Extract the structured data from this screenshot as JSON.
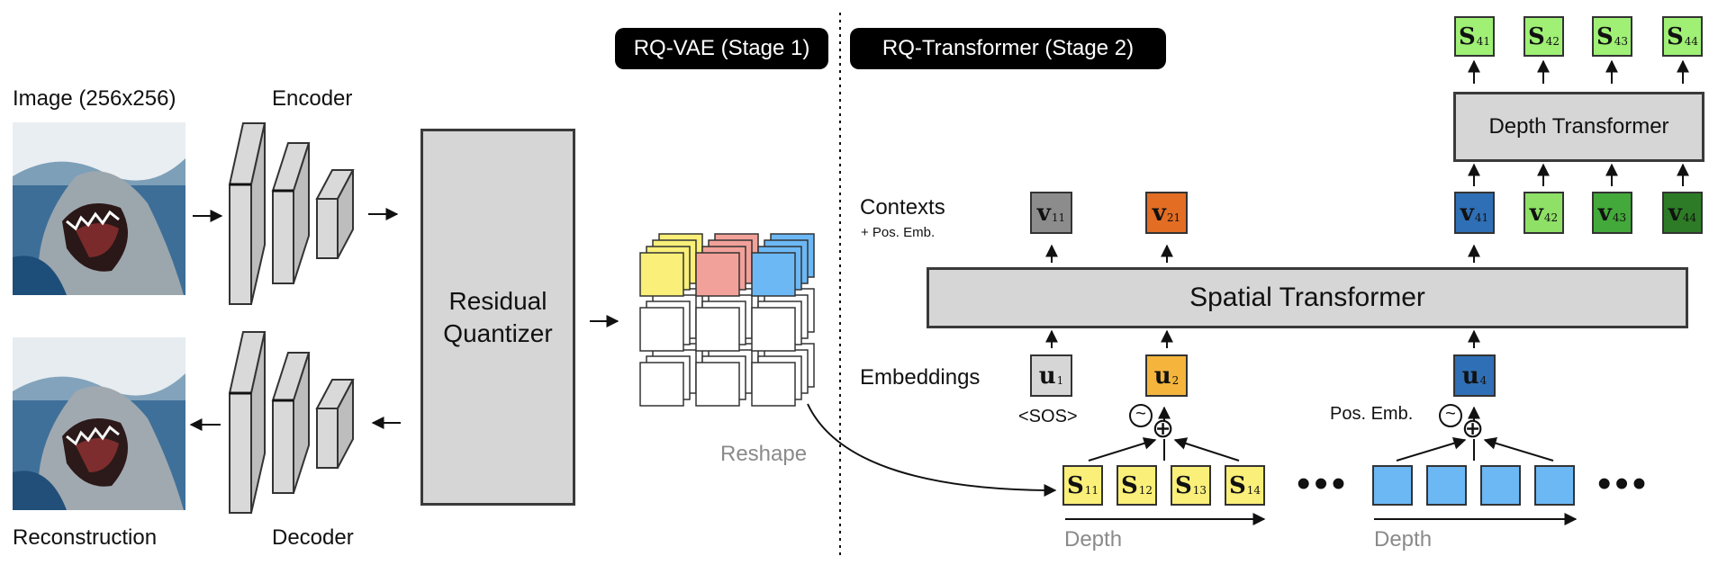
{
  "labels": {
    "image": "Image (256x256)",
    "encoder": "Encoder",
    "reconstruction": "Reconstruction",
    "decoder": "Decoder",
    "quantizer": "Residual Quantizer",
    "reshape": "Reshape",
    "contexts": "Contexts",
    "contexts_sub": "+ Pos. Emb.",
    "embeddings": "Embeddings",
    "sos": "<SOS>",
    "pos_emb": "Pos. Emb.",
    "depth": "Depth"
  },
  "stages": {
    "stage1": "RQ-VAE (Stage 1)",
    "stage2": "RQ-Transformer (Stage 2)"
  },
  "transformers": {
    "spatial": "Spatial Transformer",
    "depth": "Depth Transformer"
  },
  "tokens": {
    "outputs": [
      {
        "base": "S",
        "sub": "41"
      },
      {
        "base": "S",
        "sub": "42"
      },
      {
        "base": "S",
        "sub": "43"
      },
      {
        "base": "S",
        "sub": "44"
      }
    ],
    "depth_contexts": [
      {
        "base": "v",
        "sub": "41"
      },
      {
        "base": "v",
        "sub": "42"
      },
      {
        "base": "v",
        "sub": "43"
      },
      {
        "base": "v",
        "sub": "44"
      }
    ],
    "contexts": [
      {
        "base": "v",
        "sub": "11"
      },
      {
        "base": "v",
        "sub": "21"
      }
    ],
    "embeddings": [
      {
        "base": "u",
        "sub": "1"
      },
      {
        "base": "u",
        "sub": "2"
      },
      {
        "base": "u",
        "sub": "4"
      }
    ],
    "codes": [
      {
        "base": "S",
        "sub": "11"
      },
      {
        "base": "S",
        "sub": "12"
      },
      {
        "base": "S",
        "sub": "13"
      },
      {
        "base": "S",
        "sub": "14"
      }
    ]
  },
  "ellipsis": "•••",
  "symbols": {
    "plus": "⊕",
    "sinusoid": "~"
  },
  "colors": {
    "yellow": "#f9ef79",
    "red": "#f2a19a",
    "blue": "#6cb8f5",
    "gray": "#d6d6d6",
    "v11": "#8c8c8c",
    "v21": "#e26d23",
    "u2": "#f5b53c",
    "v41": "#2f6fb5",
    "v42": "#8ee066",
    "v43": "#43a93a",
    "v44": "#2d7b26",
    "s4x": "#9ff075"
  }
}
